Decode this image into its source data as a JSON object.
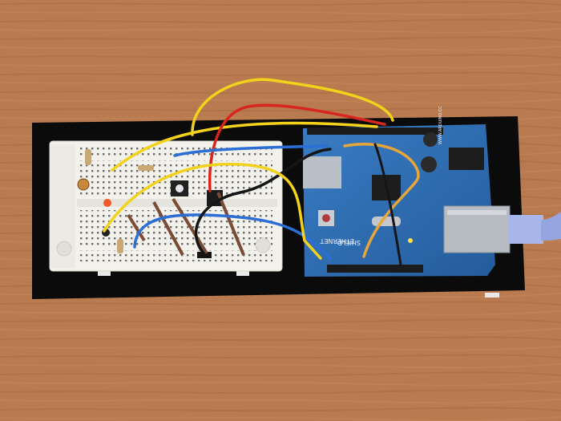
{
  "shield": {
    "name_line1": "ETHERNET",
    "name_line2": "SHIELD",
    "website": "WWW.ARDUINO.CC"
  },
  "colors": {
    "table": "#b87a4e",
    "base_board": "#0b0b0b",
    "breadboard": "#f2f1ec",
    "shield_pcb": "#2f6fb6",
    "wire_yellow": "#f2d21a",
    "wire_red": "#d8261e",
    "wire_blue": "#2b6fd6",
    "wire_black": "#151515",
    "wire_orange": "#e7a63a",
    "usb_cable": "#a9b6ea"
  }
}
